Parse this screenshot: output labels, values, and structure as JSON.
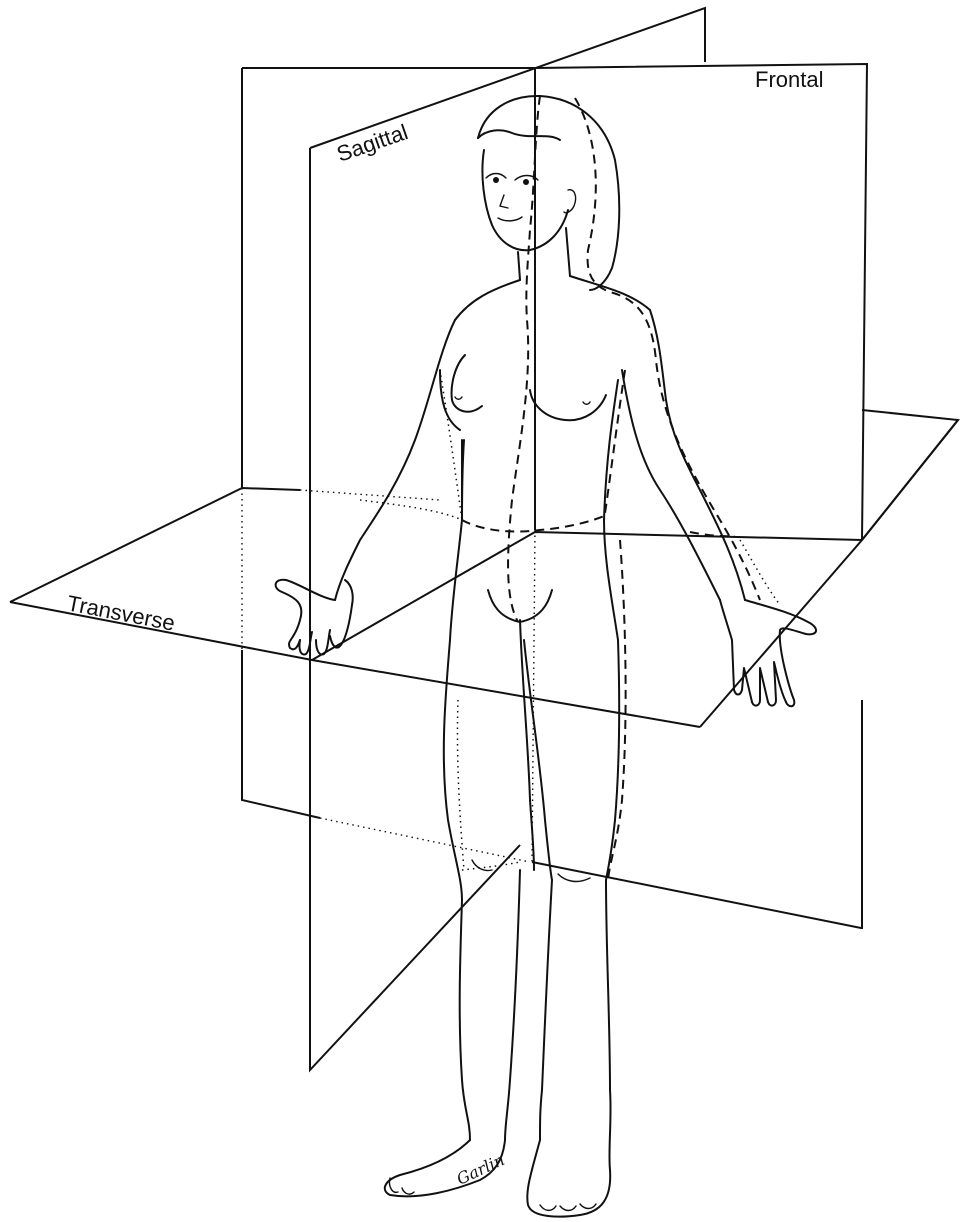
{
  "labels": {
    "frontal": "Frontal",
    "sagittal": "Sagittal",
    "transverse": "Transverse"
  },
  "signature": "Garlin",
  "stroke_color": "#111111",
  "background": "#ffffff"
}
